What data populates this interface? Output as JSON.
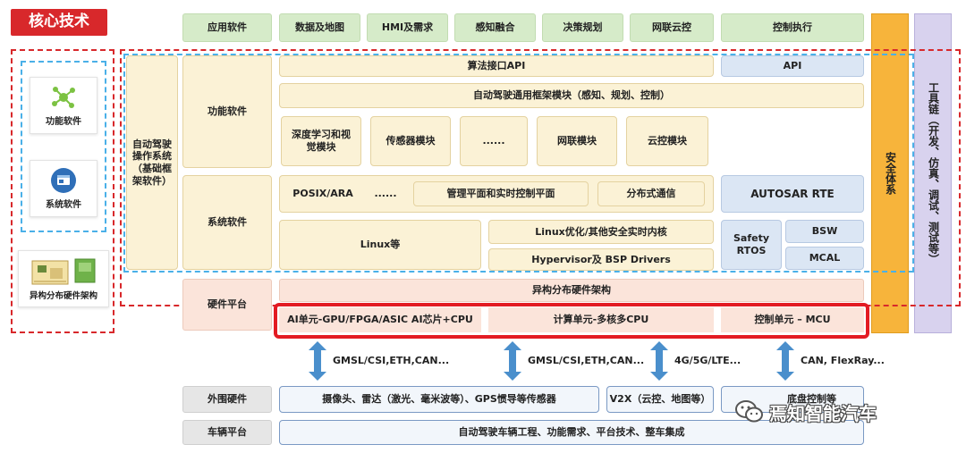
{
  "title": "核心技术",
  "left_panel": {
    "items": [
      {
        "label": "功能软件",
        "icon": "molecule-network-icon"
      },
      {
        "label": "系统软件",
        "icon": "system-window-icon"
      },
      {
        "label": "异构分布硬件架构",
        "icon": "circuit-board-icon"
      }
    ]
  },
  "top_row": {
    "category": "应用软件",
    "items": [
      "数据及地图",
      "HMI及需求",
      "感知融合",
      "决策规划",
      "网联云控",
      "控制执行"
    ]
  },
  "os_label": "自动驾驶操作系统（基础框架软件）",
  "functional": {
    "label": "功能软件",
    "algo_api": "算法接口API",
    "api": "API",
    "framework": "自动驾驶通用框架模块（感知、规划、控制）",
    "modules": [
      "深度学习和视觉模块",
      "传感器模块",
      "......",
      "网联模块",
      "云控模块"
    ]
  },
  "system": {
    "label": "系统软件",
    "row1": [
      "POSIX/ARA",
      "......",
      "管理平面和实时控制平面",
      "分布式通信"
    ],
    "autosar": "AUTOSAR RTE",
    "linux": "Linux等",
    "linux_opt": "Linux优化/其他安全实时内核",
    "hypervisor": "Hypervisor及 BSP Drivers",
    "safety": "Safety RTOS",
    "bsw": "BSW",
    "mcal": "MCAL"
  },
  "safety_system": "安全体系",
  "toolchain": "工具链（开发、仿真、调试、测试等）",
  "hardware": {
    "label": "硬件平台",
    "arch": "异构分布硬件架构",
    "units": [
      "AI单元-GPU/FPGA/ASIC AI芯片+CPU",
      "计算单元-多核多CPU",
      "控制单元 – MCU"
    ]
  },
  "links": [
    "GMSL/CSI,ETH,CAN...",
    "GMSL/CSI,ETH,CAN...",
    "4G/5G/LTE...",
    "CAN, FlexRay..."
  ],
  "external": {
    "label": "外围硬件",
    "sensors": "摄像头、雷达（激光、毫米波等）、GPS惯导等传感器",
    "v2x": "V2X（云控、地图等）",
    "chassis": "底盘控制等"
  },
  "vehicle": {
    "label": "车辆平台",
    "content": "自动驾驶车辆工程、功能需求、平台技术、整车集成"
  },
  "watermark": "焉知智能汽车",
  "colors": {
    "accent_red": "#d8282b",
    "green": "#d6ebc9",
    "yellow": "#fbf2d6",
    "orange": "#f7b43b",
    "lavender": "#d8d2ee",
    "arrow_blue": "#4a8fcc"
  }
}
